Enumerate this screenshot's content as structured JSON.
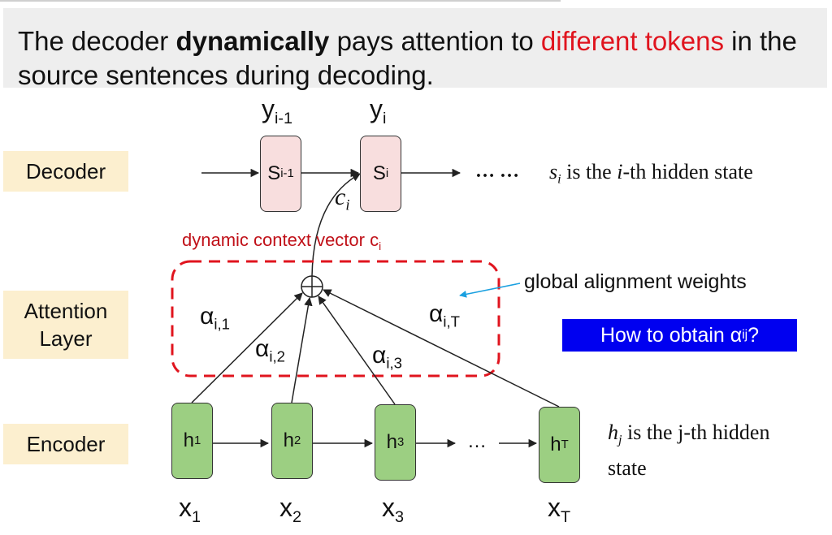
{
  "banner": {
    "part1": "The decoder ",
    "bold": "dynamically",
    "part2": " pays attention to ",
    "highlight": "different tokens",
    "part3": " in the source sentences during decoding."
  },
  "rows": {
    "decoder": "Decoder",
    "attention_line1": "Attention",
    "attention_line2": "Layer",
    "encoder": "Encoder"
  },
  "decoder": {
    "y_prev": "y",
    "y_prev_sub": "i-1",
    "y_cur": "y",
    "y_cur_sub": "i",
    "s_prev": "S",
    "s_prev_sub": "i-1",
    "s_cur": "S",
    "s_cur_sub": "i",
    "ellipsis": "… …",
    "c_label": "c",
    "c_sub": "i",
    "note_s": "s",
    "note_s_sub": "i",
    "note_mid": " is the ",
    "note_i": "i",
    "note_end": "-th hidden state"
  },
  "attention": {
    "context_label": "dynamic context vector c",
    "context_sub": "i",
    "global_label": "global alignment weights",
    "a1": "α",
    "a1_sub": "i,1",
    "a2": "α",
    "a2_sub": "i,2",
    "a3": "α",
    "a3_sub": "i,3",
    "aT": "α",
    "aT_sub": "i,T",
    "question": "How to obtain α",
    "question_sub": "ij",
    "question_end": " ?"
  },
  "encoder": {
    "h1": "h",
    "h1_sub": "1",
    "h2": "h",
    "h2_sub": "2",
    "h3": "h",
    "h3_sub": "3",
    "hT": "h",
    "hT_sub": "T",
    "ellipsis": "…",
    "x1": "x",
    "x1_sub": "1",
    "x2": "x",
    "x2_sub": "2",
    "x3": "x",
    "x3_sub": "3",
    "xT": "x",
    "xT_sub": "T",
    "note_h": "h",
    "note_h_sub": "j",
    "note_line1": " is the j-th hidden",
    "note_line2": "state"
  },
  "colors": {
    "decoder_node": "#f8dede",
    "encoder_node": "#9ccf82",
    "row_label": "#fcefcf",
    "highlight_red": "#e0141e",
    "dash_red": "#e0141e",
    "question_bg": "#0000f0",
    "pointer_blue": "#1aa0e0"
  }
}
